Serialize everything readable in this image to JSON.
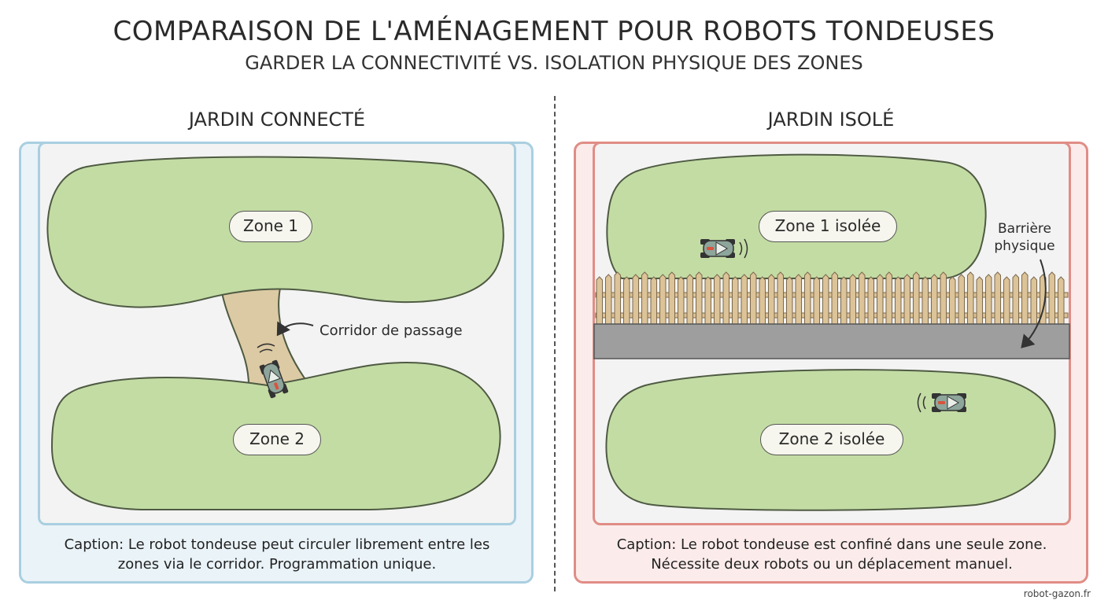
{
  "header": {
    "title": "COMPARAISON DE L'AMÉNAGEMENT POUR ROBOTS TONDEUSES",
    "subtitle": "GARDER LA CONNECTIVITÉ VS. ISOLATION PHYSIQUE DES ZONES"
  },
  "left_panel": {
    "title": "JARDIN CONNECTÉ",
    "zone1_label": "Zone 1",
    "zone2_label": "Zone 2",
    "corridor_label": "Corridor de passage",
    "caption_line1": "Caption: Le robot tondeuse peut circuler librement entre les",
    "caption_line2": "zones via le corridor. Programmation unique."
  },
  "right_panel": {
    "title": "JARDIN ISOLÉ",
    "zone1_label": "Zone 1 isolée",
    "zone2_label": "Zone 2 isolée",
    "barrier_line1": "Barrière",
    "barrier_line2": "physique",
    "caption_line1": "Caption: Le robot tondeuse est confiné dans une seule zone.",
    "caption_line2": "Nécessite deux robots ou un déplacement manuel."
  },
  "footer": {
    "credit": "robot-gazon.fr"
  },
  "colors": {
    "lawn": "#c3dca4",
    "lawn_stroke": "#4e5a42",
    "corridor": "#dccaa4",
    "fence": "#dcc398",
    "fence_stroke": "#7c6a4e",
    "base": "#9e9e9e",
    "left_accent": "#a9cfe0",
    "right_accent": "#e08d86"
  }
}
